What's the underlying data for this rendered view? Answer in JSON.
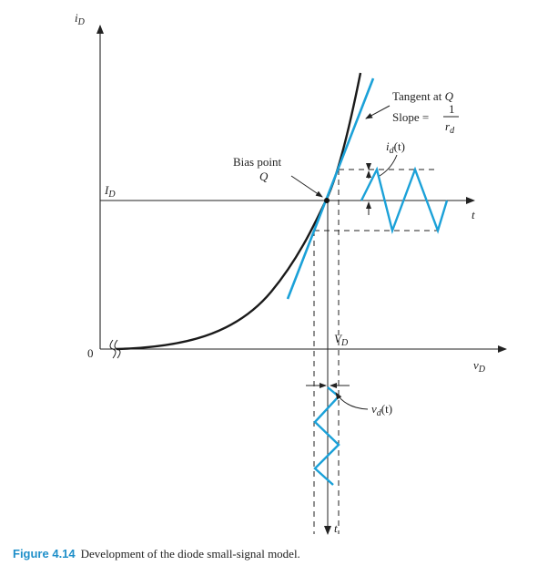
{
  "labels": {
    "y_axis": "i",
    "y_axis_sub": "D",
    "x_axis": "v",
    "x_axis_sub": "D",
    "origin": "0",
    "time_right": "t",
    "time_down": "t",
    "ID": "I",
    "ID_sub": "D",
    "VD": "V",
    "VD_sub": "D",
    "bias_line1": "Bias point",
    "bias_line2": "Q",
    "tangent_line1": "Tangent at ",
    "tangent_q": "Q",
    "slope": "Slope =",
    "slope_num": "1",
    "slope_den": "r",
    "slope_den_sub": "d",
    "id_t": "i",
    "id_t_sub": "d",
    "id_t_arg": "(t)",
    "vd_t": "v",
    "vd_t_sub": "d",
    "vd_t_arg": "(t)"
  },
  "caption": {
    "number": "Figure 4.14",
    "text": "Development of the diode small-signal model."
  },
  "colors": {
    "curve": "#1a1a1a",
    "signal": "#1ba1d8",
    "caption_accent": "#1f8fc9"
  }
}
